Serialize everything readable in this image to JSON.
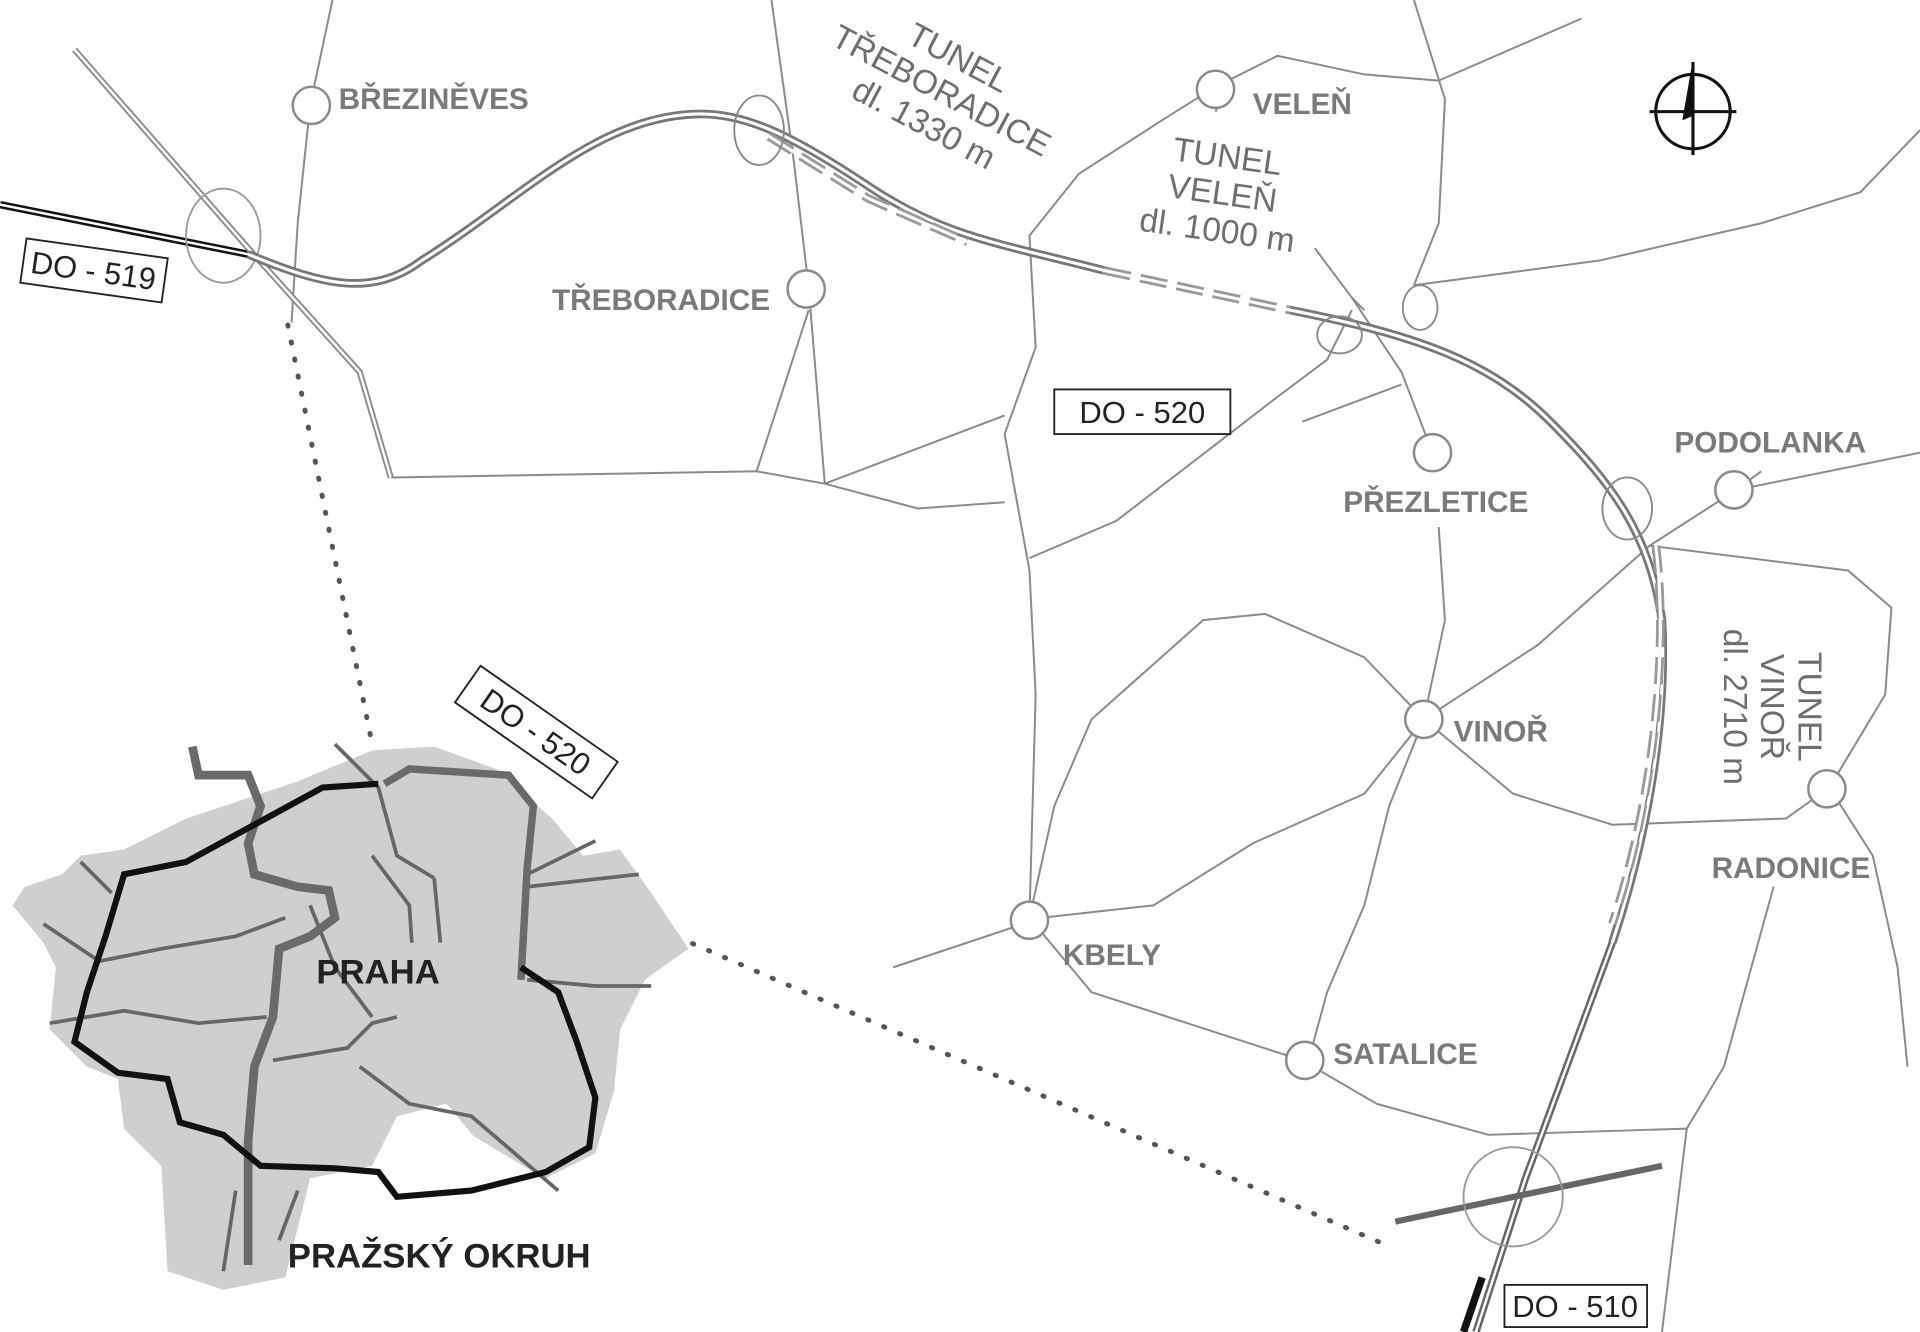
{
  "villages": [
    "BŘEZINĚVES",
    "TŘEBORADICE",
    "VELEŇ",
    "PŘEZLETICE",
    "PODOLANKA",
    "VINOŘ",
    "RADONICE",
    "KBELY",
    "SATALICE"
  ],
  "tunnels": [
    {
      "lines": [
        "TUNEL",
        "TŘEBORADICE",
        "dl. 1330 m"
      ]
    },
    {
      "lines": [
        "TUNEL",
        "VELEŇ",
        "dl. 1000 m"
      ]
    },
    {
      "lines": [
        "TUNEL",
        "VINOŘ",
        "dl. 2710 m"
      ]
    }
  ],
  "road_labels": [
    "DO - 519",
    "DO - 520",
    "DO - 520",
    "DO - 510"
  ],
  "inset": {
    "city": "PRAHA",
    "ring": "PRAŽSKÝ OKRUH"
  },
  "colors": {
    "road": "#8a8a8a",
    "motorway": "#777777",
    "city_fill": "#cfcfcf",
    "ring": "#111111"
  },
  "north_arrow": "compass-north-icon"
}
